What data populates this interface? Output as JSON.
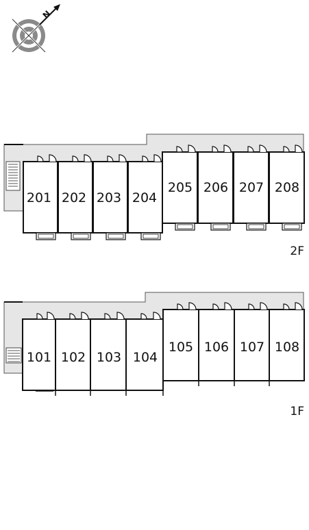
{
  "compass": {
    "label": "N"
  },
  "floors": [
    {
      "label": "2F",
      "units": [
        "201",
        "202",
        "203",
        "204",
        "205",
        "206",
        "207",
        "208"
      ]
    },
    {
      "label": "1F",
      "units": [
        "101",
        "102",
        "103",
        "104",
        "105",
        "106",
        "107",
        "108"
      ]
    }
  ],
  "colors": {
    "corridor": "#e6e6e6",
    "wall": "#111111",
    "outline": "#555555",
    "background": "#ffffff"
  }
}
